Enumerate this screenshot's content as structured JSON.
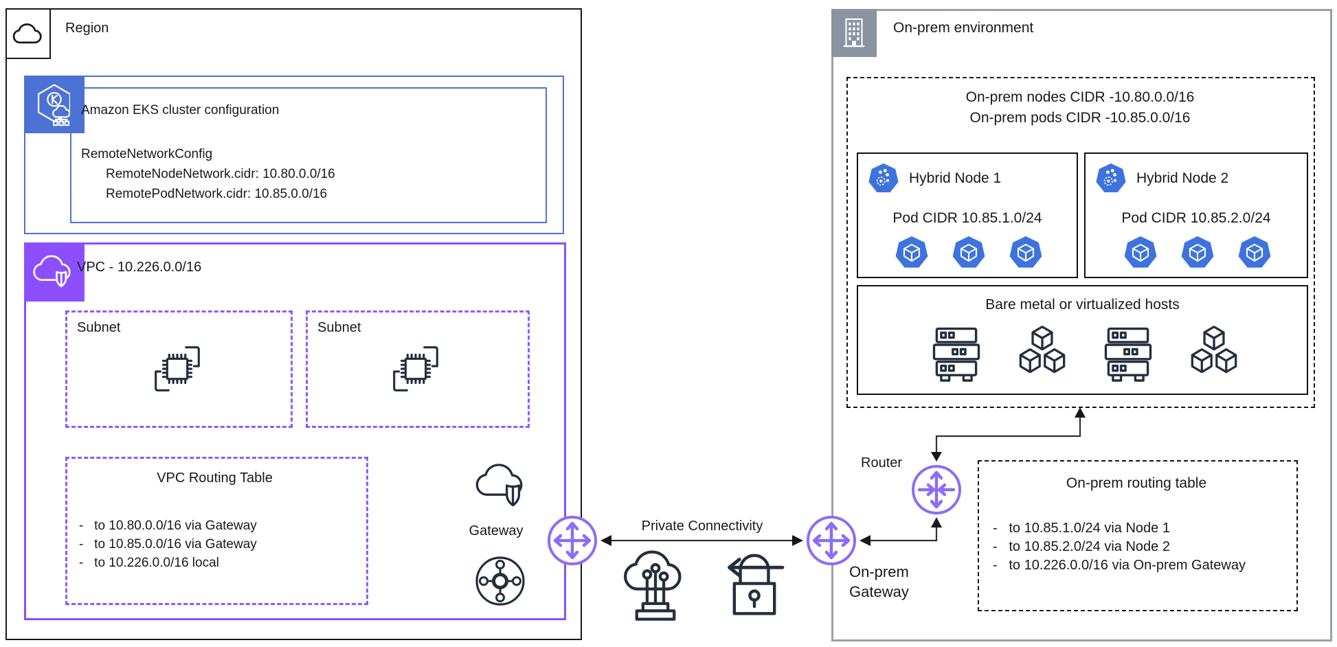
{
  "region": {
    "label": "Region",
    "eks": {
      "title": "Amazon EKS cluster configuration",
      "lines": [
        "RemoteNetworkConfig",
        "RemoteNodeNetwork.cidr: 10.80.0.0/16",
        "RemotePodNetwork.cidr: 10.85.0.0/16"
      ]
    },
    "vpc": {
      "label": "VPC - 10.226.0.0/16",
      "subnets": [
        "Subnet",
        "Subnet"
      ],
      "routing_table": {
        "title": "VPC Routing Table",
        "routes": [
          "-   to 10.80.0.0/16 via Gateway",
          "-   to 10.85.0.0/16 via Gateway",
          "-   to 10.226.0.0/16 local"
        ]
      }
    },
    "gateway_label": "Gateway"
  },
  "connectivity": {
    "label": "Private Connectivity"
  },
  "onprem": {
    "label": "On-prem environment",
    "cidr_lines": [
      "On-prem nodes CIDR -10.80.0.0/16",
      "On-prem pods CIDR -10.85.0.0/16"
    ],
    "nodes": [
      {
        "title": "Hybrid Node 1",
        "pod_cidr": "Pod CIDR 10.85.1.0/24"
      },
      {
        "title": "Hybrid Node 2",
        "pod_cidr": "Pod CIDR 10.85.2.0/24"
      }
    ],
    "hosts_label": "Bare metal or virtualized hosts",
    "router_label": "Router",
    "gateway_label": "On-prem\nGateway",
    "routing_table": {
      "title": "On-prem routing table",
      "routes": [
        "-   to 10.85.1.0/24 via Node 1",
        "-   to 10.85.2.0/24 via Node 2",
        "-   to 10.226.0.0/16 via On-prem Gateway"
      ]
    }
  },
  "colors": {
    "aws_purple": "#8C4FFF",
    "purple_stroke": "#8E6BF8",
    "eks_blue": "#4D72D6",
    "k8s_blue": "#3E73DE",
    "onprem_gray": "#8A939F",
    "dark": "#232F3E"
  }
}
